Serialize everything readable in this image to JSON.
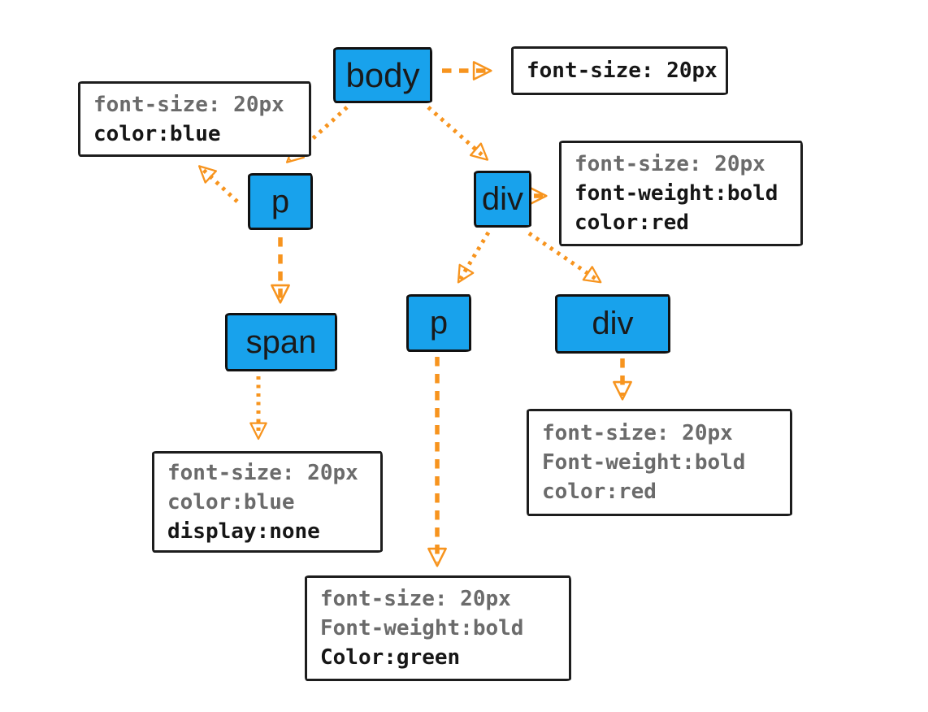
{
  "diagram": {
    "subject": "CSS inheritance DOM tree",
    "colors": {
      "node_fill": "#18A2EC",
      "node_border": "#111111",
      "arrow": "#F7941E",
      "box_border": "#1D1D1D",
      "inherited_text": "#6B6B6B",
      "declared_text": "#161616",
      "background": "#FFFFFF"
    }
  },
  "nodes": {
    "body": {
      "label": "body"
    },
    "p_left": {
      "label": "p"
    },
    "div_right": {
      "label": "div"
    },
    "span": {
      "label": "span"
    },
    "p_child": {
      "label": "p"
    },
    "div_child": {
      "label": "div"
    }
  },
  "rule_boxes": {
    "body": {
      "lines": [
        {
          "text": "font-size: 20px",
          "cls": "rule-line strong"
        }
      ]
    },
    "p_left": {
      "lines": [
        {
          "text": "font-size: 20px",
          "cls": "rule-line muted"
        },
        {
          "text": "color:blue",
          "cls": "rule-line strong"
        }
      ]
    },
    "div_right": {
      "lines": [
        {
          "text": "font-size: 20px",
          "cls": "rule-line muted"
        },
        {
          "text": "font-weight:bold",
          "cls": "rule-line strong"
        },
        {
          "text": "color:red",
          "cls": "rule-line strong"
        }
      ]
    },
    "span": {
      "lines": [
        {
          "text": "font-size: 20px",
          "cls": "rule-line muted"
        },
        {
          "text": "color:blue",
          "cls": "rule-line muted"
        },
        {
          "text": "display:none",
          "cls": "rule-line strong"
        }
      ]
    },
    "p_child": {
      "lines": [
        {
          "text": "font-size: 20px",
          "cls": "rule-line muted"
        },
        {
          "text": "Font-weight:bold",
          "cls": "rule-line muted"
        },
        {
          "text": "Color:green",
          "cls": "rule-line strong"
        }
      ]
    },
    "div_child": {
      "lines": [
        {
          "text": "font-size: 20px",
          "cls": "rule-line muted"
        },
        {
          "text": "Font-weight:bold",
          "cls": "rule-line muted"
        },
        {
          "text": "color:red",
          "cls": "rule-line muted"
        }
      ]
    }
  }
}
